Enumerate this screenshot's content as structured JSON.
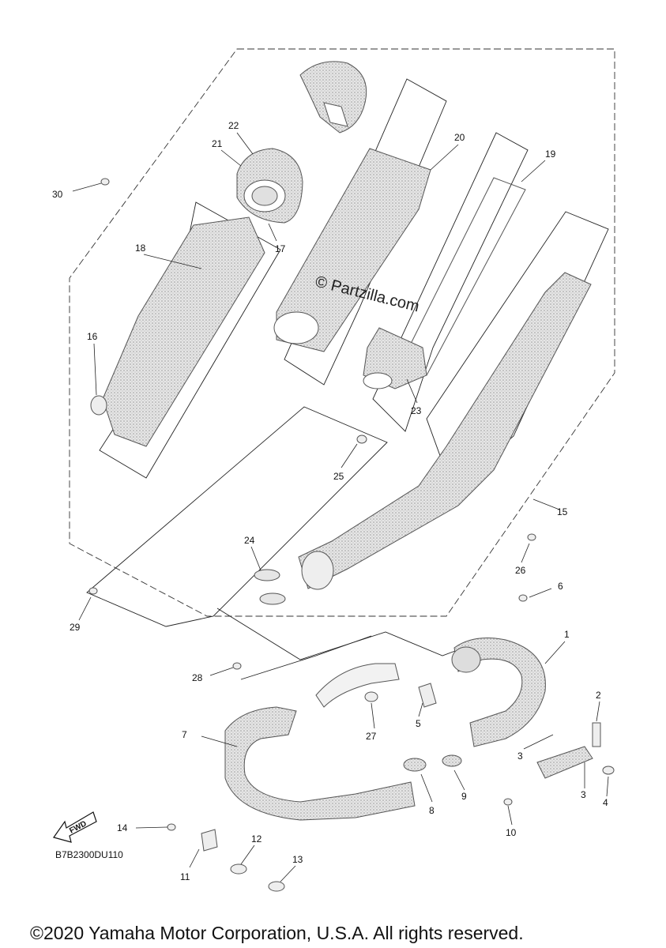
{
  "watermark": "© Partzilla.com",
  "diagram_code": "B7B2300DU110",
  "copyright": "©2020 Yamaha Motor Corporation, U.S.A. All rights reserved.",
  "fwd_label": "FWD",
  "colors": {
    "part_fill": "#d9d9d9",
    "ink": "#222222",
    "background": "#ffffff"
  },
  "callouts": [
    {
      "id": "1",
      "text": "1"
    },
    {
      "id": "2",
      "text": "2"
    },
    {
      "id": "3a",
      "text": "3"
    },
    {
      "id": "3b",
      "text": "3"
    },
    {
      "id": "4",
      "text": "4"
    },
    {
      "id": "5",
      "text": "5"
    },
    {
      "id": "6",
      "text": "6"
    },
    {
      "id": "7",
      "text": "7"
    },
    {
      "id": "8",
      "text": "8"
    },
    {
      "id": "9",
      "text": "9"
    },
    {
      "id": "10",
      "text": "10"
    },
    {
      "id": "11",
      "text": "11"
    },
    {
      "id": "12",
      "text": "12"
    },
    {
      "id": "13",
      "text": "13"
    },
    {
      "id": "14",
      "text": "14"
    },
    {
      "id": "15",
      "text": "15"
    },
    {
      "id": "16",
      "text": "16"
    },
    {
      "id": "17",
      "text": "17"
    },
    {
      "id": "18",
      "text": "18"
    },
    {
      "id": "19",
      "text": "19"
    },
    {
      "id": "20",
      "text": "20"
    },
    {
      "id": "21",
      "text": "21"
    },
    {
      "id": "22",
      "text": "22"
    },
    {
      "id": "23",
      "text": "23"
    },
    {
      "id": "24",
      "text": "24"
    },
    {
      "id": "25",
      "text": "25"
    },
    {
      "id": "26",
      "text": "26"
    },
    {
      "id": "27",
      "text": "27"
    },
    {
      "id": "28",
      "text": "28"
    },
    {
      "id": "29",
      "text": "29"
    },
    {
      "id": "30",
      "text": "30"
    }
  ]
}
